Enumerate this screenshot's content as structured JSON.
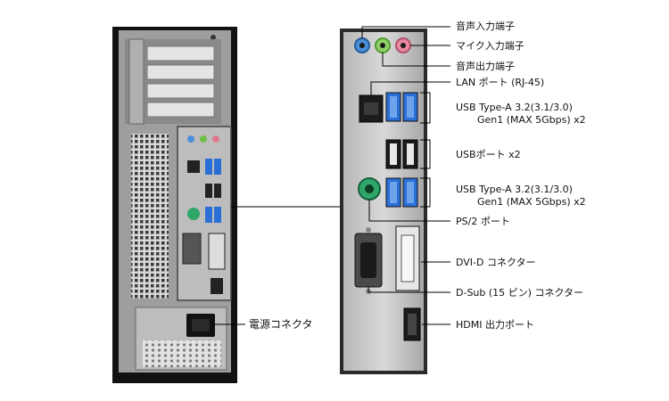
{
  "labels": {
    "audio_in": "音声入力端子",
    "mic_in": "マイク入力端子",
    "audio_out": "音声出力端子",
    "lan": "LAN ポート (RJ-45)",
    "usb3_a_line1": "USB Type-A 3.2(3.1/3.0)",
    "usb3_a_line2": "Gen1 (MAX 5Gbps) x2",
    "usb2": "USBポート x2",
    "usb3_b_line1": "USB Type-A 3.2(3.1/3.0)",
    "usb3_b_line2": "Gen1 (MAX 5Gbps) x2",
    "ps2": "PS/2 ポート",
    "dvi": "DVI-D コネクター",
    "dsub": "D-Sub (15 ピン) コネクター",
    "hdmi": "HDMI 出力ポート",
    "power": "電源コネクタ"
  },
  "colors": {
    "case_black": "#111111",
    "chassis": "#9a9a9a",
    "panel": "#c8c8c8",
    "usb3_blue": "#2a6fd6",
    "audio_blue": "#4a8fd8",
    "audio_green": "#6fbf4a",
    "audio_pink": "#e07a8a",
    "ps2_green": "#2fa66a"
  }
}
